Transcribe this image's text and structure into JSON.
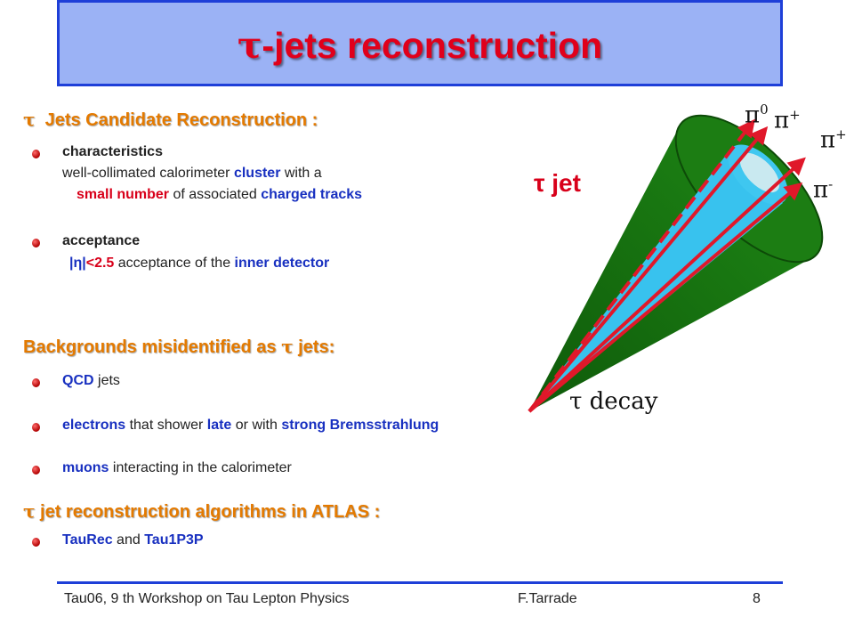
{
  "title": {
    "sym": "τ",
    "rest": "-jets reconstruction"
  },
  "section1": {
    "sym": "τ",
    "label": "Jets Candidate Reconstruction :"
  },
  "char": {
    "label": "characteristics",
    "l2a": "well-collimated calorimeter ",
    "l2b": "cluster",
    "l2c": " with a",
    "l3a": "small number",
    "l3b": " of associated ",
    "l3c": "charged tracks"
  },
  "accept": {
    "label": "acceptance",
    "eta": "|η|",
    "cond": "<2.5",
    "mid": " acceptance of the ",
    "inner": "inner detector"
  },
  "section2": {
    "label": "Backgrounds misidentified as ",
    "sym": "τ",
    "label2": " jets:"
  },
  "bg": {
    "qcd": "QCD",
    "qcd_rest": " jets",
    "el": "electrons",
    "el_a": " that shower ",
    "late": "late",
    "el_b": " or with ",
    "brem": "strong Bremsstrahlung",
    "mu": "muons",
    "mu_rest": " interacting in the calorimeter"
  },
  "section3": {
    "sym": "τ",
    "label": " jet reconstruction algorithms in ATLAS :"
  },
  "algo": {
    "a": "TauRec",
    "and": " and ",
    "b": "Tau1P3P"
  },
  "diagram": {
    "jet_label": "τ jet",
    "decay_label": "τ decay",
    "pi0": "π",
    "pi0_sup": "0",
    "pip1": "π",
    "pip1_sup": "+",
    "pip2": "π",
    "pip2_sup": "+",
    "pim": "π",
    "pim_sup": "-"
  },
  "footer": {
    "left": "Tau06, 9 th Workshop on  Tau Lepton Physics",
    "center": "F.Tarrade",
    "page": "8"
  },
  "colors": {
    "title": "#e0001b",
    "heading": "#e47a00",
    "blue": "#1830c0",
    "cone_outer": "#1a7a10",
    "cone_inner": "#3fc7f0",
    "arrow": "#e0182a"
  }
}
